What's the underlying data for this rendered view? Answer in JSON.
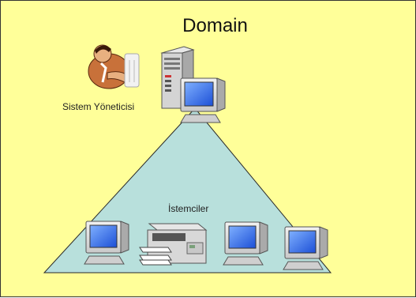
{
  "diagram": {
    "title": "Domain",
    "admin_label": "Sistem Yöneticisi",
    "clients_label": "İstemciler"
  },
  "icons": [
    "admin-person-icon",
    "server-tower-icon",
    "monitor-icon",
    "printer-icon"
  ],
  "colors": {
    "background": "#ffff99",
    "triangle_fill": "#b8e0dc",
    "screen_blue": "#1c4fd6"
  }
}
